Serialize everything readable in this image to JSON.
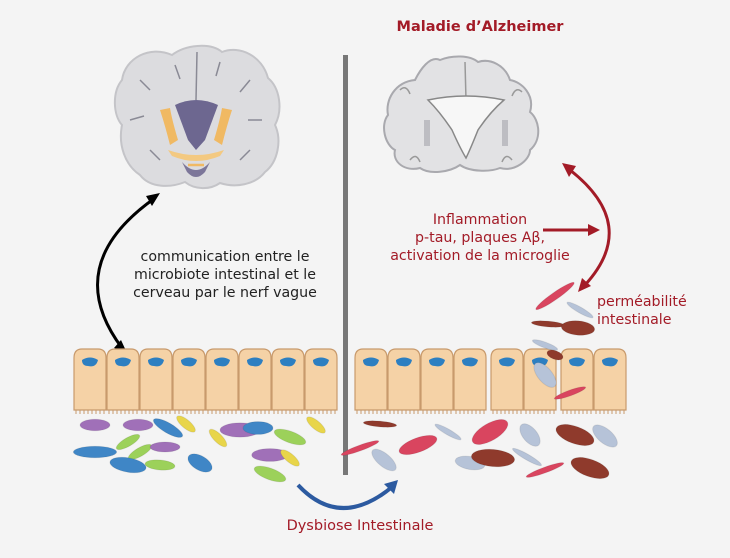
{
  "title": "Maladie d’Alzheimer",
  "left_panel": {
    "label_lines": [
      "communication entre le",
      "microbiote intestinal et le",
      "cerveau par le nerf vague"
    ],
    "brain": "healthy-brain-coronal-section",
    "gut_cells": 8,
    "microbiota_colors": [
      "#3f86c6",
      "#a070b8",
      "#9cd15a",
      "#e8d54a"
    ]
  },
  "right_panel": {
    "inflammation_lines": [
      "Inflammation",
      "p-tau, plaques Aβ,",
      "activation de la microglie"
    ],
    "permeability_lines": [
      "perméabilité",
      "intestinale"
    ],
    "brain": "alzheimer-brain-coronal-section",
    "gut_cells": 8,
    "microbiota_colors": [
      "#8f3a2c",
      "#d9455f",
      "#b6c3d8"
    ]
  },
  "bottom_label": "Dysbiose Intestinale",
  "colors": {
    "accent_red": "#a31b27",
    "arrow_blue": "#2c5aa0",
    "divider": "#777777",
    "cell_fill": "#f5d2a6",
    "nucleus": "#2d7fc1"
  }
}
